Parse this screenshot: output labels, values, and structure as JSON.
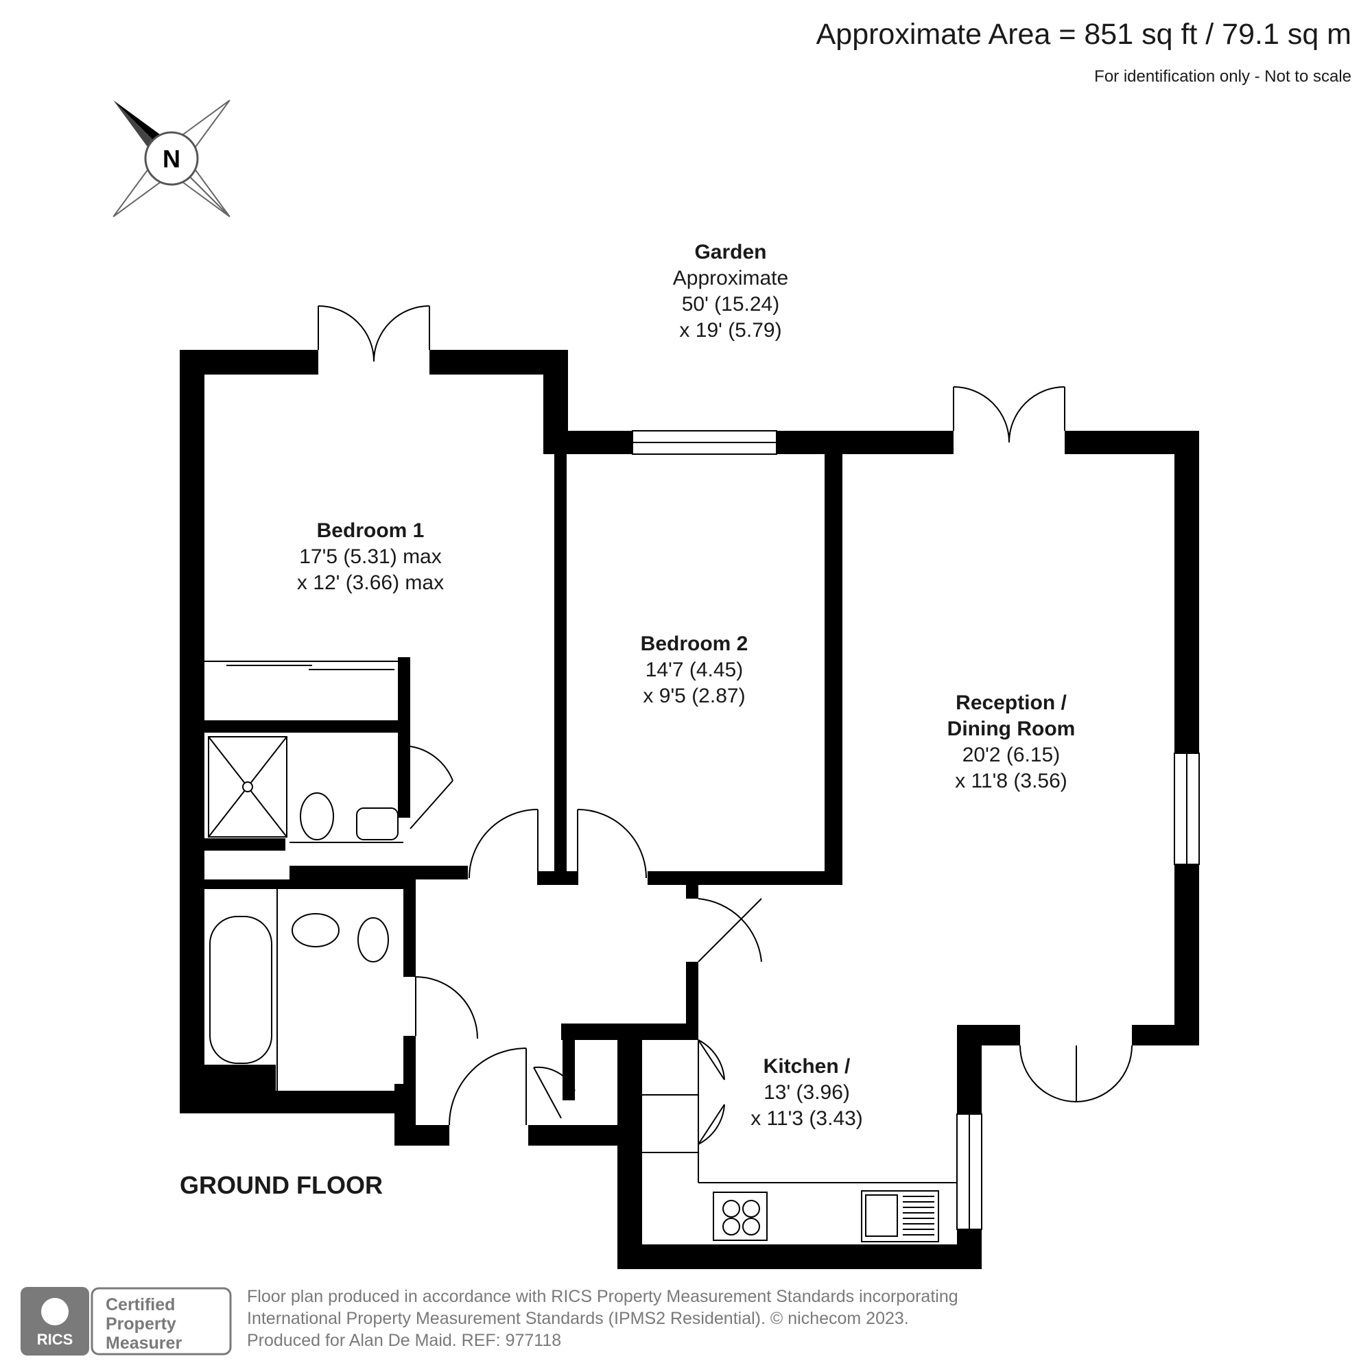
{
  "header": {
    "area": "Approximate Area = 851 sq ft / 79.1 sq m",
    "note": "For identification only - Not to scale"
  },
  "compass": {
    "label": "N",
    "icon": "compass-icon"
  },
  "rooms": {
    "garden": {
      "name": "Garden",
      "line1": "Approximate",
      "line2": "50' (15.24)",
      "line3": "x 19' (5.79)"
    },
    "bedroom1": {
      "name": "Bedroom 1",
      "line1": "17'5 (5.31) max",
      "line2": "x 12' (3.66) max"
    },
    "bedroom2": {
      "name": "Bedroom 2",
      "line1": "14'7 (4.45)",
      "line2": "x 9'5 (2.87)"
    },
    "reception": {
      "name1": "Reception /",
      "name2": "Dining Room",
      "line1": "20'2 (6.15)",
      "line2": "x 11'8 (3.56)"
    },
    "kitchen": {
      "name": "Kitchen /",
      "line1": "13' (3.96)",
      "line2": "x 11'3 (3.43)"
    }
  },
  "floor_label": "GROUND FLOOR",
  "badge": {
    "logo": "RICS",
    "line1": "Certified",
    "line2": "Property",
    "line3": "Measurer"
  },
  "footer": {
    "line1": "Floor plan produced in accordance with RICS Property Measurement Standards incorporating",
    "line2": "International Property Measurement Standards (IPMS2 Residential).   © nichecom 2023.",
    "line3": "Produced for Alan De Maid.   REF: 977118"
  },
  "colors": {
    "wall": "#000000",
    "ink": "#1a1a1a",
    "footer": "#7a7a7a",
    "badge": "#7a7a7a"
  }
}
